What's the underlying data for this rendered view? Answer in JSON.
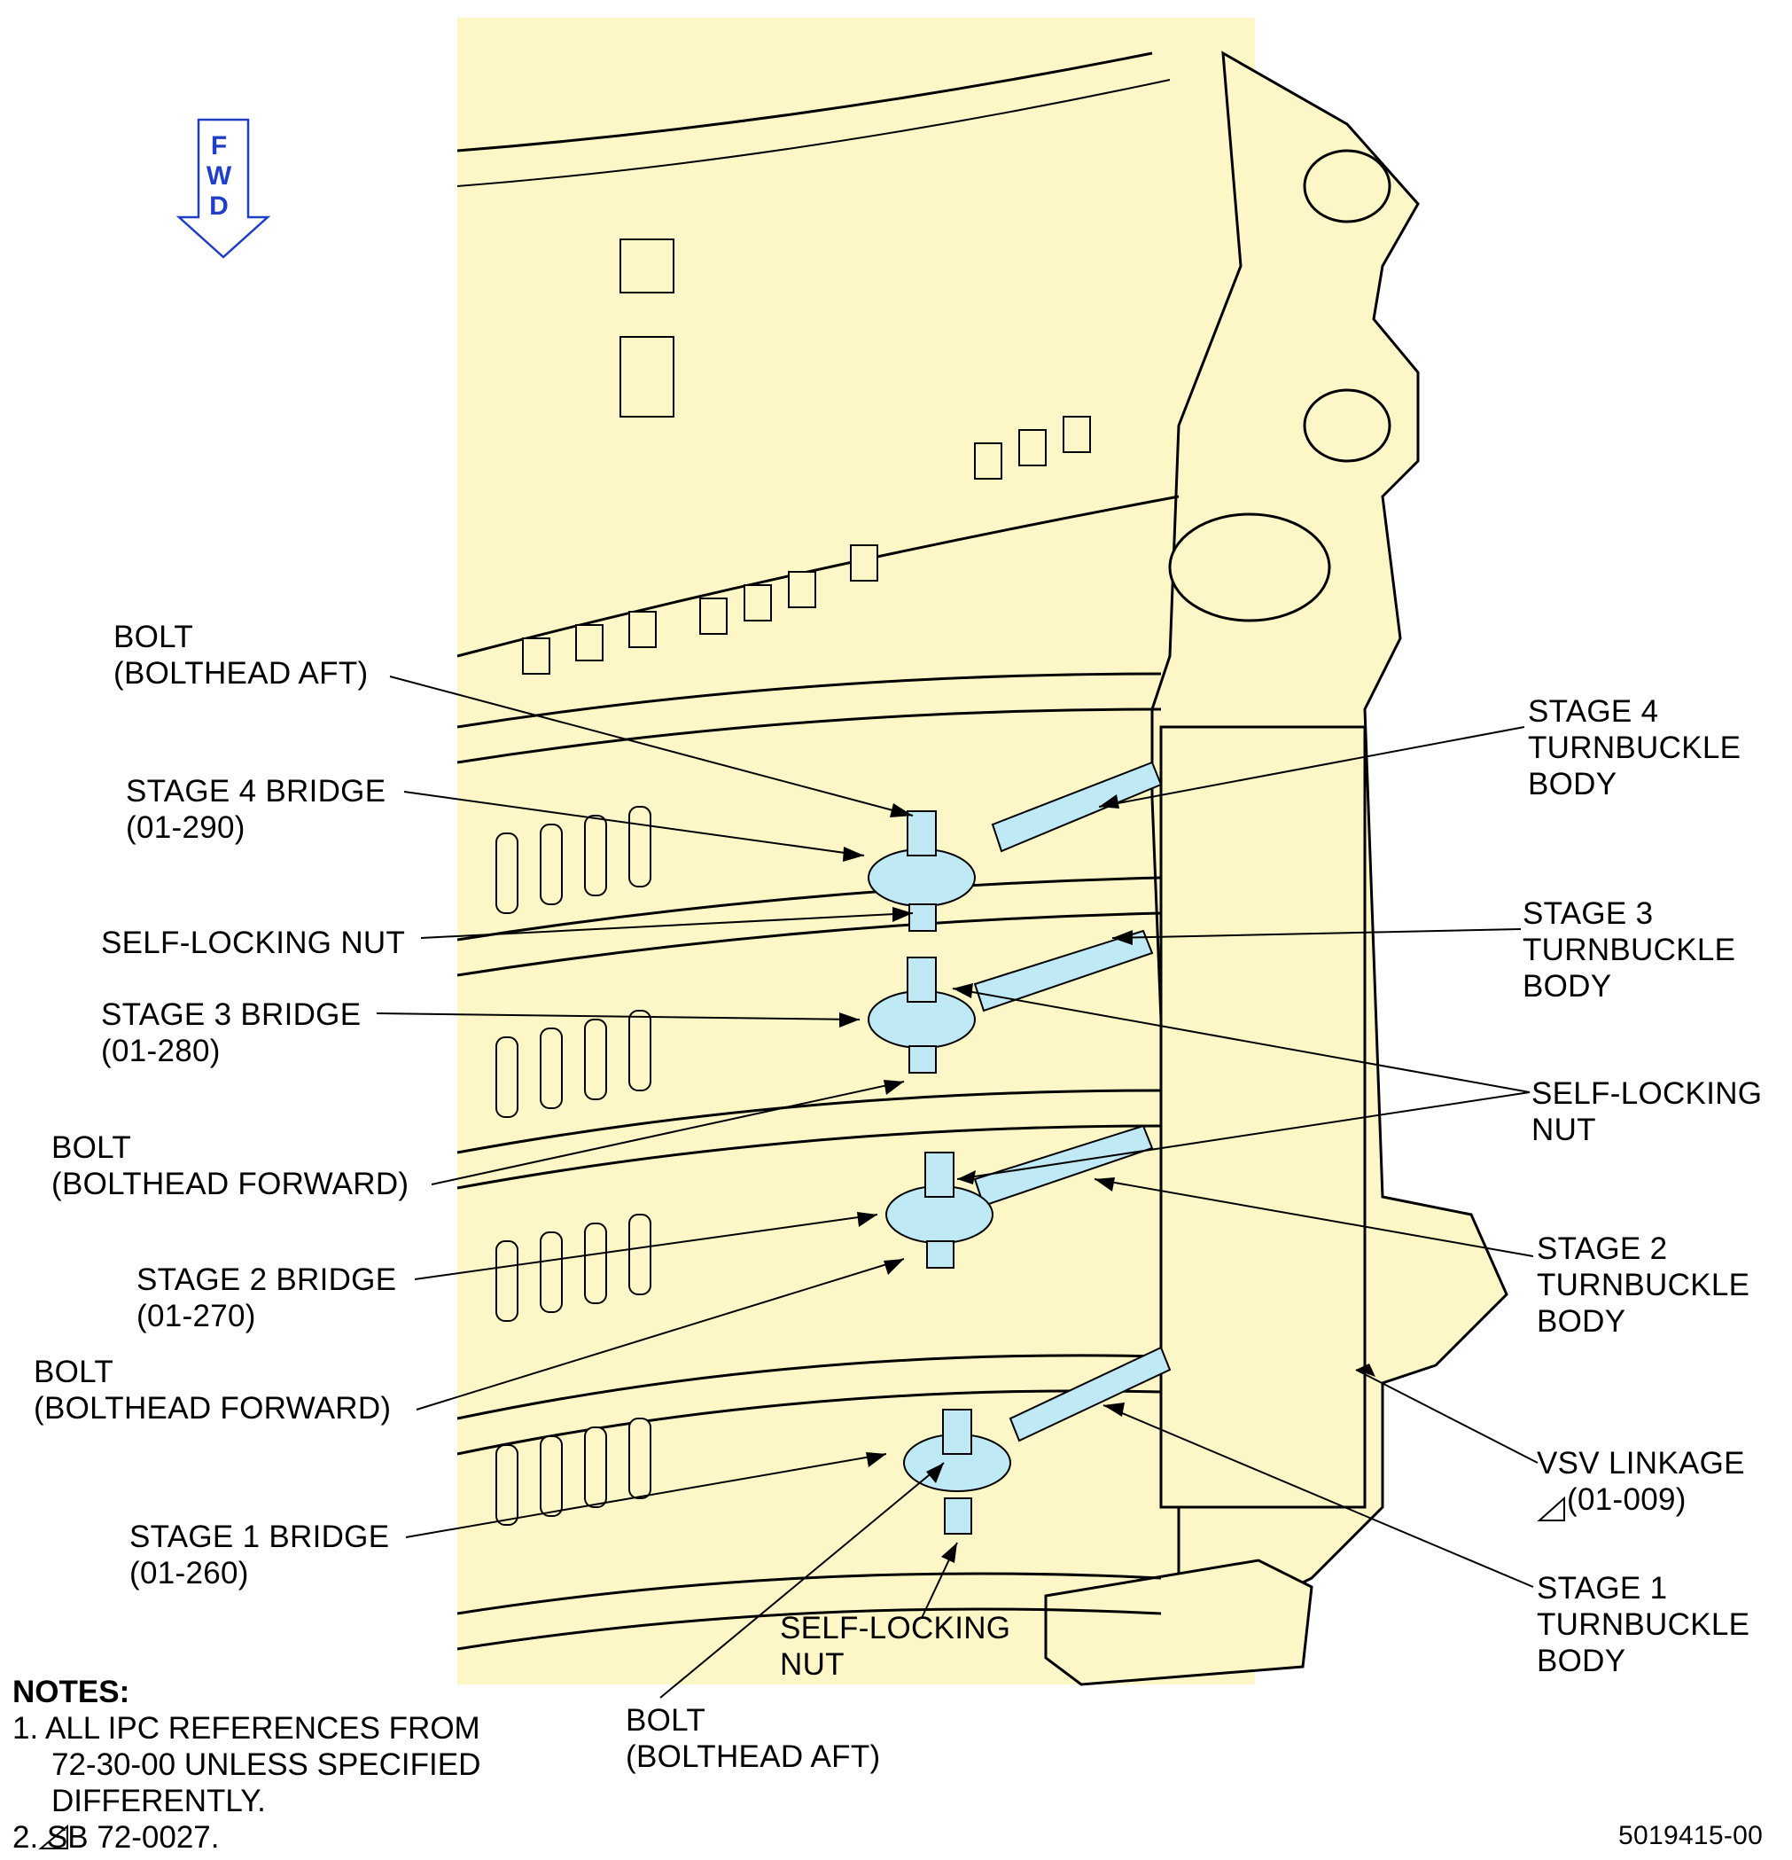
{
  "fwd": {
    "letters": [
      "F",
      "W",
      "D"
    ],
    "arrow_color": "#1f3fc8"
  },
  "colors": {
    "engine": "#fdf7c8",
    "highlight": "#bfe9f5",
    "outline": "#000000"
  },
  "labels": {
    "bolt_aft_top": [
      "BOLT",
      "(BOLTHEAD AFT)"
    ],
    "stage4_bridge": [
      "STAGE 4 BRIDGE",
      "(01-290)"
    ],
    "self_locking_nut_left": [
      "SELF-LOCKING NUT"
    ],
    "stage3_bridge": [
      "STAGE 3 BRIDGE",
      "(01-280)"
    ],
    "bolt_fwd_1": [
      "BOLT",
      "(BOLTHEAD FORWARD)"
    ],
    "stage2_bridge": [
      "STAGE 2 BRIDGE",
      "(01-270)"
    ],
    "bolt_fwd_2": [
      "BOLT",
      "(BOLTHEAD FORWARD)"
    ],
    "stage1_bridge": [
      "STAGE 1 BRIDGE",
      "(01-260)"
    ],
    "self_locking_nut_bottom": [
      "SELF-LOCKING",
      "NUT"
    ],
    "bolt_aft_bottom": [
      "BOLT",
      "(BOLTHEAD AFT)"
    ],
    "stage4_turnbuckle": [
      "STAGE 4",
      "TURNBUCKLE",
      "BODY"
    ],
    "stage3_turnbuckle": [
      "STAGE 3",
      "TURNBUCKLE",
      "BODY"
    ],
    "self_locking_nut_right": [
      "SELF-LOCKING",
      "NUT"
    ],
    "stage2_turnbuckle": [
      "STAGE 2",
      "TURNBUCKLE",
      "BODY"
    ],
    "vsv_linkage": [
      "VSV LINKAGE",
      "(01-009)"
    ],
    "stage1_turnbuckle": [
      "STAGE 1",
      "TURNBUCKLE",
      "BODY"
    ]
  },
  "notes": {
    "heading": "NOTES:",
    "lines": [
      "1. ALL IPC REFERENCES FROM",
      "    72-30-00 UNLESS SPECIFIED",
      "    DIFFERENTLY.",
      "2.    SB 72-0027."
    ]
  },
  "figure_number": "5019415-00"
}
